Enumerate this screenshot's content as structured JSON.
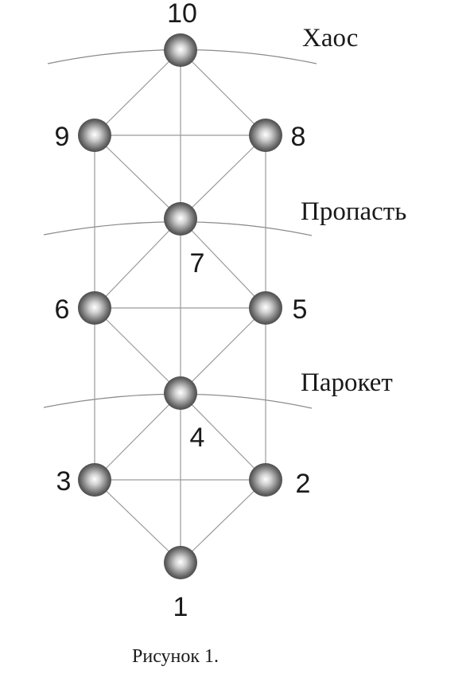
{
  "nodes": [
    {
      "id": "1",
      "label": "1"
    },
    {
      "id": "2",
      "label": "2"
    },
    {
      "id": "3",
      "label": "3"
    },
    {
      "id": "4",
      "label": "4"
    },
    {
      "id": "5",
      "label": "5"
    },
    {
      "id": "6",
      "label": "6"
    },
    {
      "id": "7",
      "label": "7"
    },
    {
      "id": "8",
      "label": "8"
    },
    {
      "id": "9",
      "label": "9"
    },
    {
      "id": "10",
      "label": "10"
    }
  ],
  "edges": [
    [
      "10",
      "9"
    ],
    [
      "10",
      "8"
    ],
    [
      "10",
      "1"
    ],
    [
      "9",
      "8"
    ],
    [
      "9",
      "7"
    ],
    [
      "8",
      "7"
    ],
    [
      "9",
      "3"
    ],
    [
      "8",
      "2"
    ],
    [
      "7",
      "6"
    ],
    [
      "7",
      "5"
    ],
    [
      "6",
      "5"
    ],
    [
      "6",
      "4"
    ],
    [
      "5",
      "4"
    ],
    [
      "4",
      "3"
    ],
    [
      "4",
      "2"
    ],
    [
      "3",
      "2"
    ],
    [
      "3",
      "1"
    ],
    [
      "2",
      "1"
    ]
  ],
  "zones": {
    "chaos": "Хаос",
    "abyss": "Пропасть",
    "parochet": "Парокет"
  },
  "caption": "Рисунок 1."
}
